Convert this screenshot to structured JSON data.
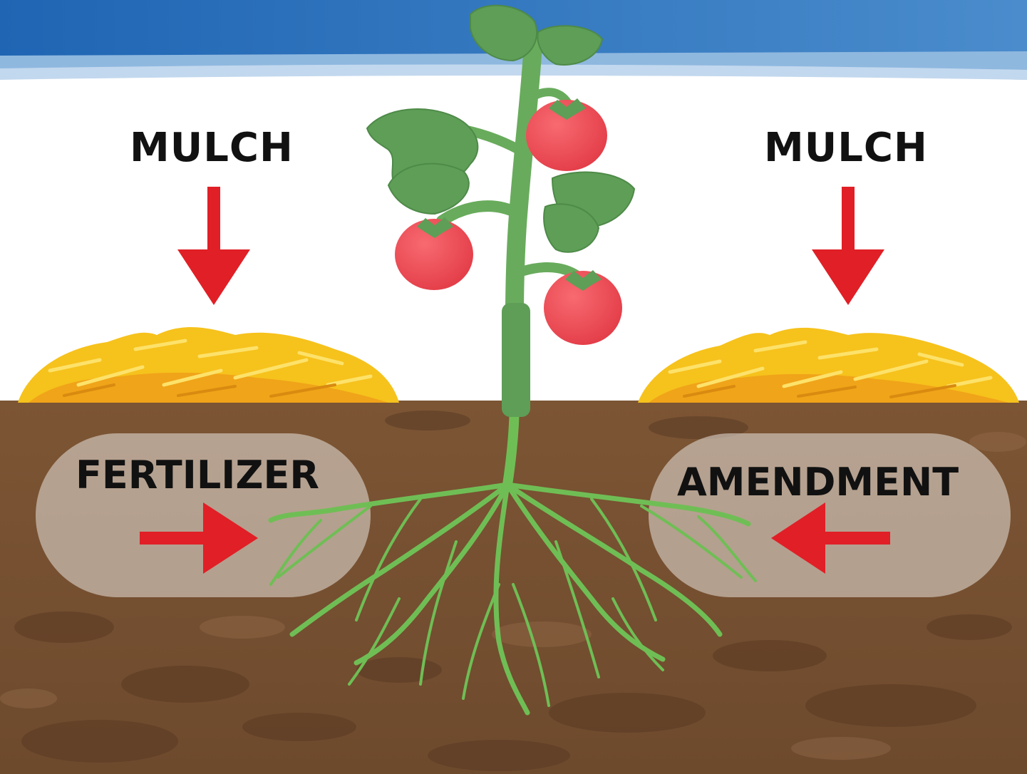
{
  "labels": {
    "mulch_left": "MULCH",
    "mulch_right": "MULCH",
    "fertilizer": "FERTILIZER",
    "amendment": "AMENDMENT"
  },
  "colors": {
    "sky": "#2f74bd",
    "arrow": "#e11f26",
    "straw": "#f6c21c",
    "straw_dark": "#e79a12",
    "soil": "#7a5332",
    "soil_dark": "#4e3220",
    "leaf": "#5e9e57",
    "stem": "#6ab35b",
    "root": "#6fbe55",
    "tomato": "#ef4b55",
    "label_text": "#111111"
  },
  "icons": {
    "mulch_arrows": "down-arrow-icon",
    "fertilizer_arrow": "right-arrow-icon",
    "amendment_arrow": "left-arrow-icon"
  }
}
